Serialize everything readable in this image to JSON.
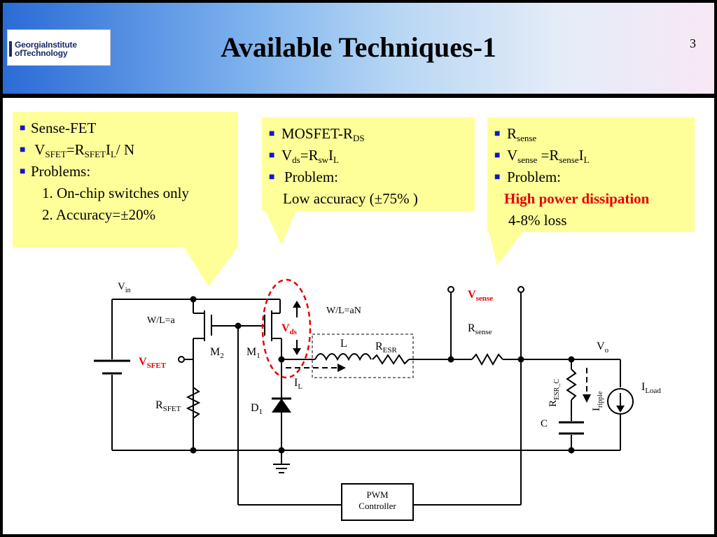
{
  "slide": {
    "title": "Available Techniques-1",
    "page_number": "3",
    "logo": {
      "line1": "GeorgiaInstitute",
      "line2": "ofTechnology"
    }
  },
  "callouts": {
    "left": {
      "item1": "Sense-FET",
      "item2": {
        "a": "V",
        "a_sub": "SFET",
        "b": "=R",
        "b_sub": "SFET",
        "c": "I",
        "c_sub": "L",
        "d": "/ N"
      },
      "item3": "Problems:",
      "p1": "1. On-chip switches only",
      "p2": "2. Accuracy=±20%"
    },
    "middle": {
      "item1": {
        "a": "MOSFET-R",
        "a_sub": "DS"
      },
      "item2": {
        "a": "V",
        "a_sub": "ds",
        "b": "=R",
        "b_sub": "sw",
        "c": "I",
        "c_sub": "L"
      },
      "item3": "Problem:",
      "detail": "Low accuracy (±75% )"
    },
    "right": {
      "item1": {
        "a": "R",
        "a_sub": "sense"
      },
      "item2": {
        "a": "V",
        "a_sub": "sense",
        "b": " =R",
        "b_sub": "sense",
        "c": "I",
        "c_sub": "L"
      },
      "item3": "Problem:",
      "highlight": "High power dissipation",
      "detail": "4-8% loss"
    }
  },
  "circuit": {
    "vin": {
      "a": "V",
      "sub": "in"
    },
    "wl_a": "W/L=a",
    "wl_an": "W/L=aN",
    "vsfet": {
      "a": "V",
      "sub": "SFET"
    },
    "m2": {
      "a": "M",
      "sub": "2"
    },
    "m1": {
      "a": "M",
      "sub": "1"
    },
    "rsfet": {
      "a": "R",
      "sub": "SFET"
    },
    "d1": {
      "a": "D",
      "sub": "1"
    },
    "vds": {
      "a": "V",
      "sub": "ds"
    },
    "l": "L",
    "resr": {
      "a": "R",
      "sub": "ESR"
    },
    "il": {
      "a": "I",
      "sub": "L"
    },
    "vsense": {
      "a": "V",
      "sub": "sense"
    },
    "rsense": {
      "a": "R",
      "sub": "sense"
    },
    "vo": {
      "a": "V",
      "sub": "o"
    },
    "resr_c": {
      "a": "R",
      "sub": "ESR_C"
    },
    "iripple": {
      "a": "I",
      "sub": "ripple"
    },
    "c": "C",
    "iload": {
      "a": "I",
      "sub": "Load"
    },
    "pwm1": "PWM",
    "pwm2": "Controller"
  },
  "colors": {
    "callout_bg": "#ffff99",
    "bullet": "#1414cc",
    "highlight_red": "#e60000"
  }
}
